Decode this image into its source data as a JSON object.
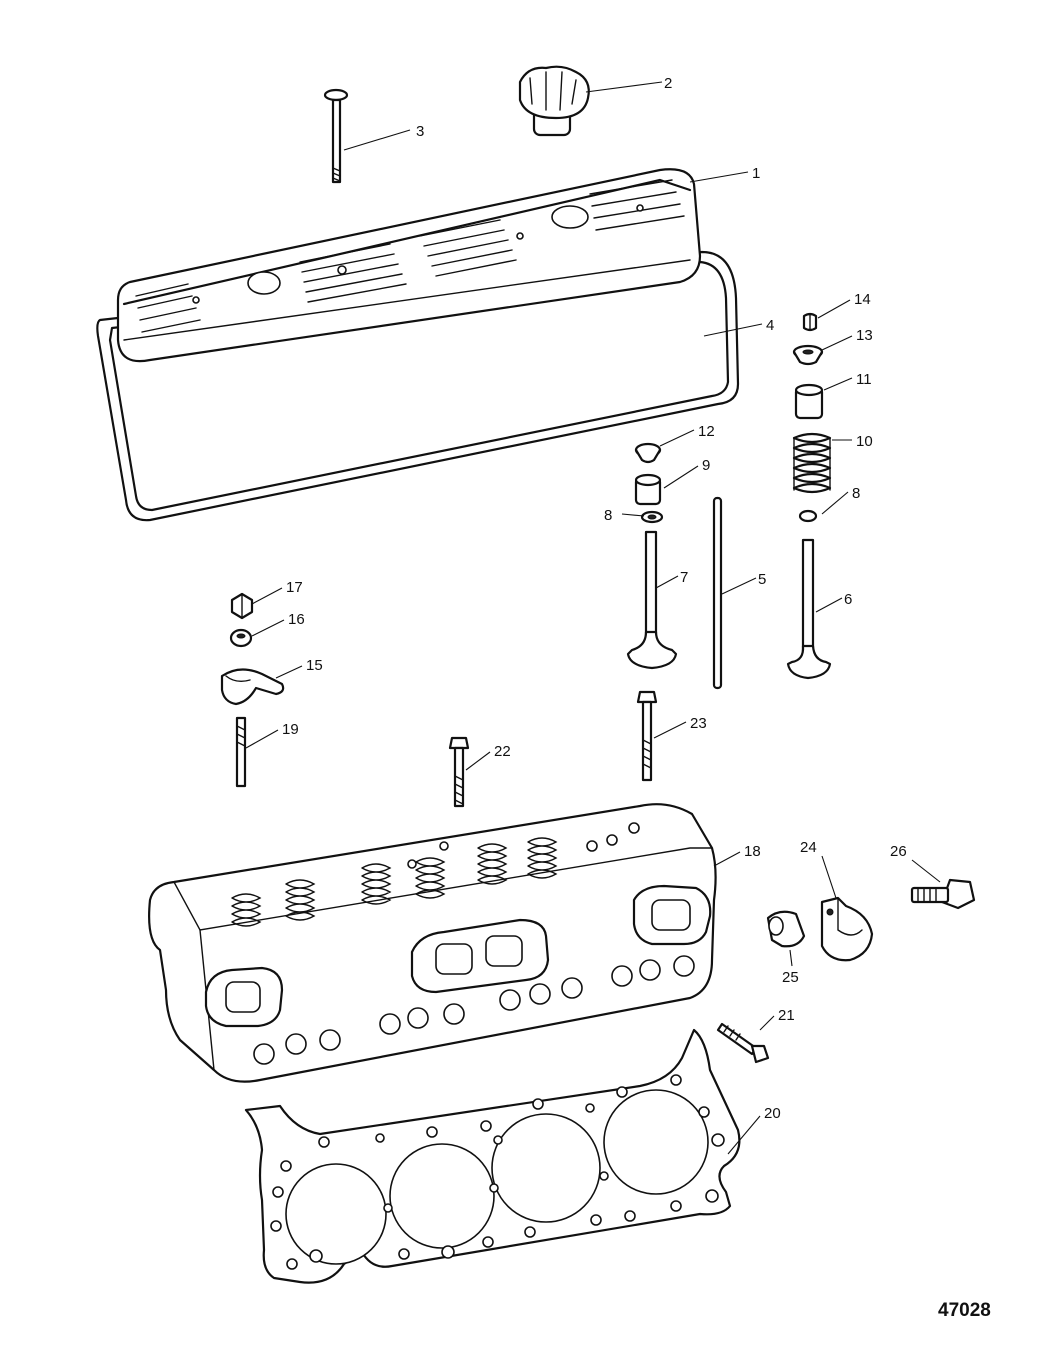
{
  "figure_number": "47028",
  "callouts": {
    "c1": "1",
    "c2": "2",
    "c3": "3",
    "c4": "4",
    "c5": "5",
    "c6": "6",
    "c7": "7",
    "c8a": "8",
    "c8b": "8",
    "c9": "9",
    "c10": "10",
    "c11": "11",
    "c12": "12",
    "c13": "13",
    "c14": "14",
    "c15": "15",
    "c16": "16",
    "c17": "17",
    "c18": "18",
    "c19": "19",
    "c20": "20",
    "c21": "21",
    "c22": "22",
    "c23": "23",
    "c24": "24",
    "c25": "25",
    "c26": "26"
  }
}
